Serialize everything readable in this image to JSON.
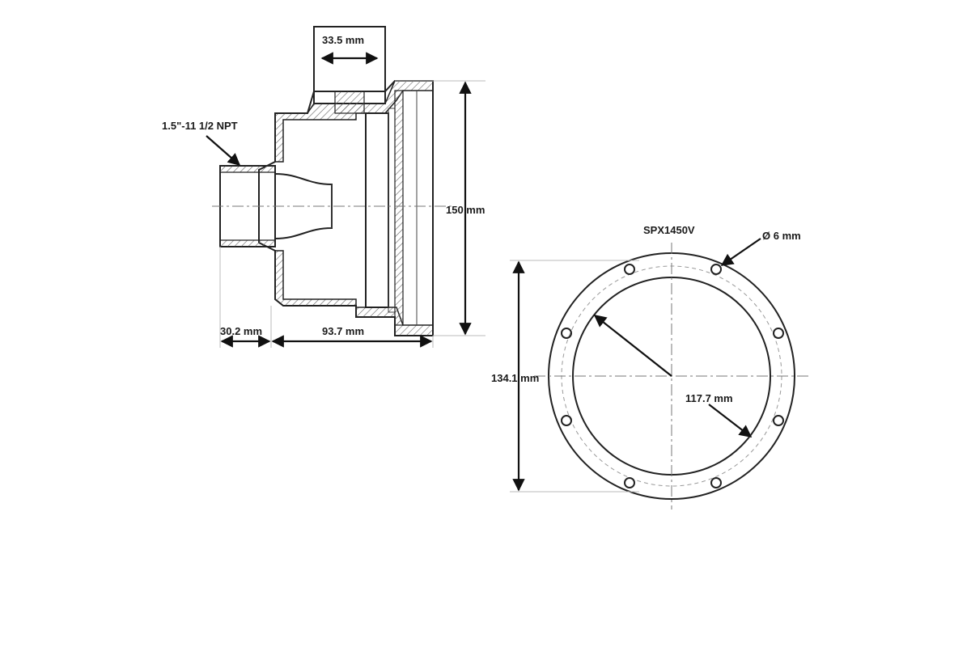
{
  "labels": {
    "top_width": "33.5 mm",
    "thread": "1.5\"-11 1/2 NPT",
    "height": "150 mm",
    "flange_len": "30.2 mm",
    "body_len": "93.7 mm",
    "model": "SPX1450V",
    "hole_dia": "Ø 6 mm",
    "outer_dia": "134.1 mm",
    "inner_dia": "117.7 mm"
  },
  "colors": {
    "line": "#222222",
    "hatch": "#666666",
    "background": "#ffffff"
  }
}
